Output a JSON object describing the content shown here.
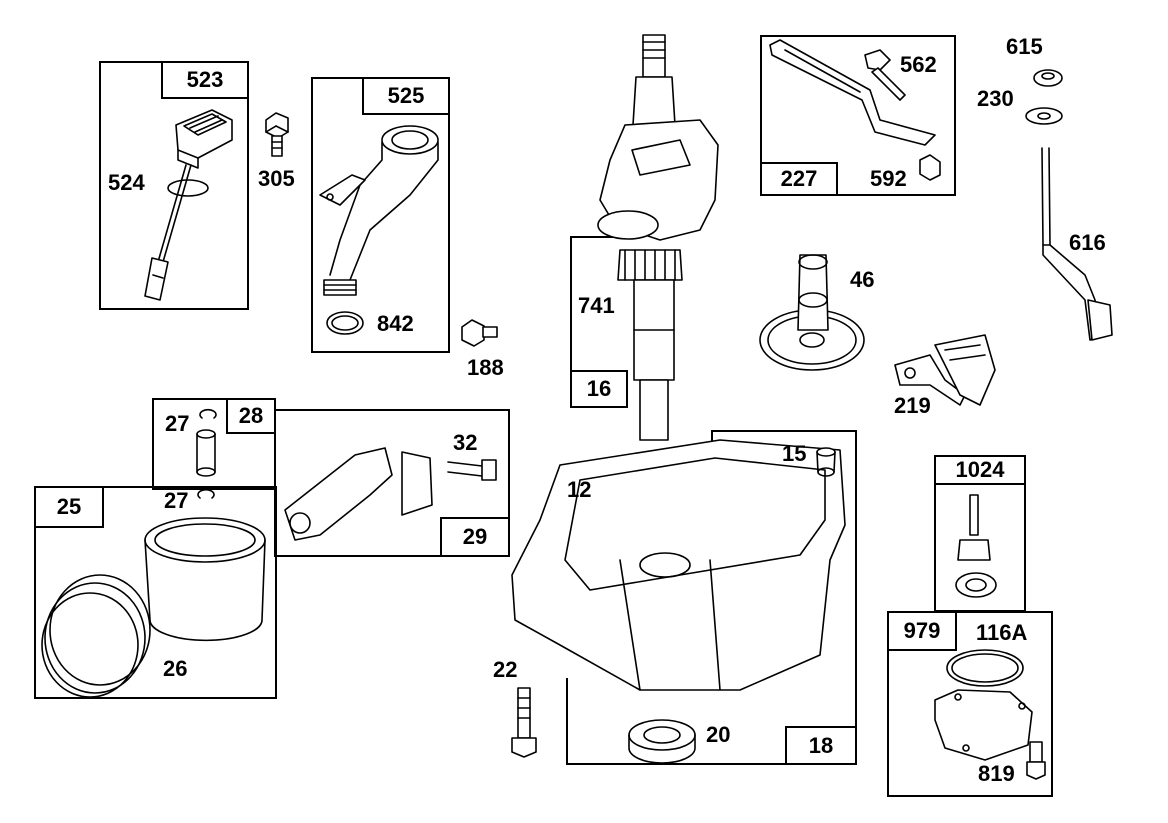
{
  "diagram": {
    "groups": [
      {
        "id": "523",
        "label": "523"
      },
      {
        "id": "525",
        "label": "525"
      },
      {
        "id": "227",
        "label": "227"
      },
      {
        "id": "16",
        "label": "16"
      },
      {
        "id": "28",
        "label": "28"
      },
      {
        "id": "29",
        "label": "29"
      },
      {
        "id": "25",
        "label": "25"
      },
      {
        "id": "18",
        "label": "18"
      },
      {
        "id": "1024",
        "label": "1024"
      },
      {
        "id": "979",
        "label": "979"
      }
    ],
    "parts": [
      {
        "id": "524",
        "label": "524"
      },
      {
        "id": "305",
        "label": "305"
      },
      {
        "id": "842",
        "label": "842"
      },
      {
        "id": "188",
        "label": "188"
      },
      {
        "id": "562",
        "label": "562"
      },
      {
        "id": "592",
        "label": "592"
      },
      {
        "id": "615",
        "label": "615"
      },
      {
        "id": "230",
        "label": "230"
      },
      {
        "id": "616",
        "label": "616"
      },
      {
        "id": "741",
        "label": "741"
      },
      {
        "id": "46",
        "label": "46"
      },
      {
        "id": "219",
        "label": "219"
      },
      {
        "id": "27a",
        "label": "27"
      },
      {
        "id": "27b",
        "label": "27"
      },
      {
        "id": "32",
        "label": "32"
      },
      {
        "id": "26",
        "label": "26"
      },
      {
        "id": "15",
        "label": "15"
      },
      {
        "id": "12",
        "label": "12"
      },
      {
        "id": "22",
        "label": "22"
      },
      {
        "id": "20",
        "label": "20"
      },
      {
        "id": "116A",
        "label": "116A"
      },
      {
        "id": "819",
        "label": "819"
      }
    ]
  }
}
